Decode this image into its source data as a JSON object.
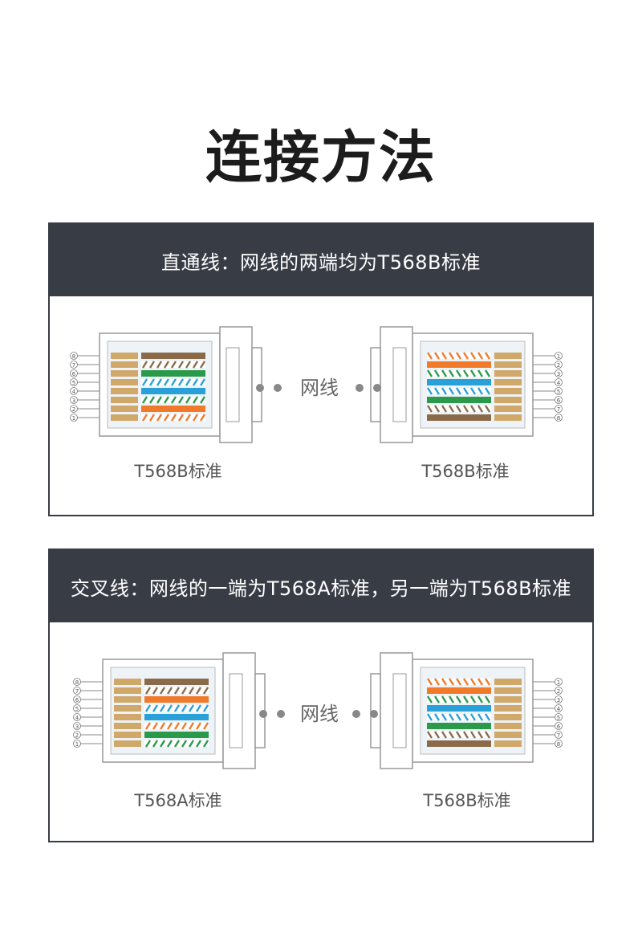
{
  "title": "连接方法",
  "straight": {
    "header": "直通线：网线的两端均为T568B标准",
    "left_standard": "T568B标准",
    "right_standard": "T568B标准",
    "cable_label": "网线",
    "left_pin_numbers": [
      "8",
      "7",
      "6",
      "5",
      "4",
      "3",
      "2",
      "1"
    ],
    "right_pin_numbers": [
      "1",
      "2",
      "3",
      "4",
      "5",
      "6",
      "7",
      "8"
    ]
  },
  "crossover": {
    "header": "交叉线：网线的一端为T568A标准，另一端为T568B标准",
    "left_standard": "T568A标准",
    "right_standard": "T568B标准",
    "cable_label": "网线",
    "left_pin_numbers": [
      "8",
      "7",
      "6",
      "5",
      "4",
      "3",
      "2",
      "1"
    ],
    "right_pin_numbers": [
      "1",
      "2",
      "3",
      "4",
      "5",
      "6",
      "7",
      "8"
    ]
  },
  "colors": {
    "header_bg": "#383c45",
    "orange": "#f07a2a",
    "green": "#2a9a4a",
    "blue": "#2aa0d8",
    "brown": "#8b6a4a",
    "pin_gold": "#cfa86a"
  },
  "wire_orders": {
    "T568B": [
      "white-orange",
      "orange",
      "white-green",
      "blue",
      "white-blue",
      "green",
      "white-brown",
      "brown"
    ],
    "T568A": [
      "white-green",
      "green",
      "white-orange",
      "blue",
      "white-blue",
      "orange",
      "white-brown",
      "brown"
    ]
  }
}
